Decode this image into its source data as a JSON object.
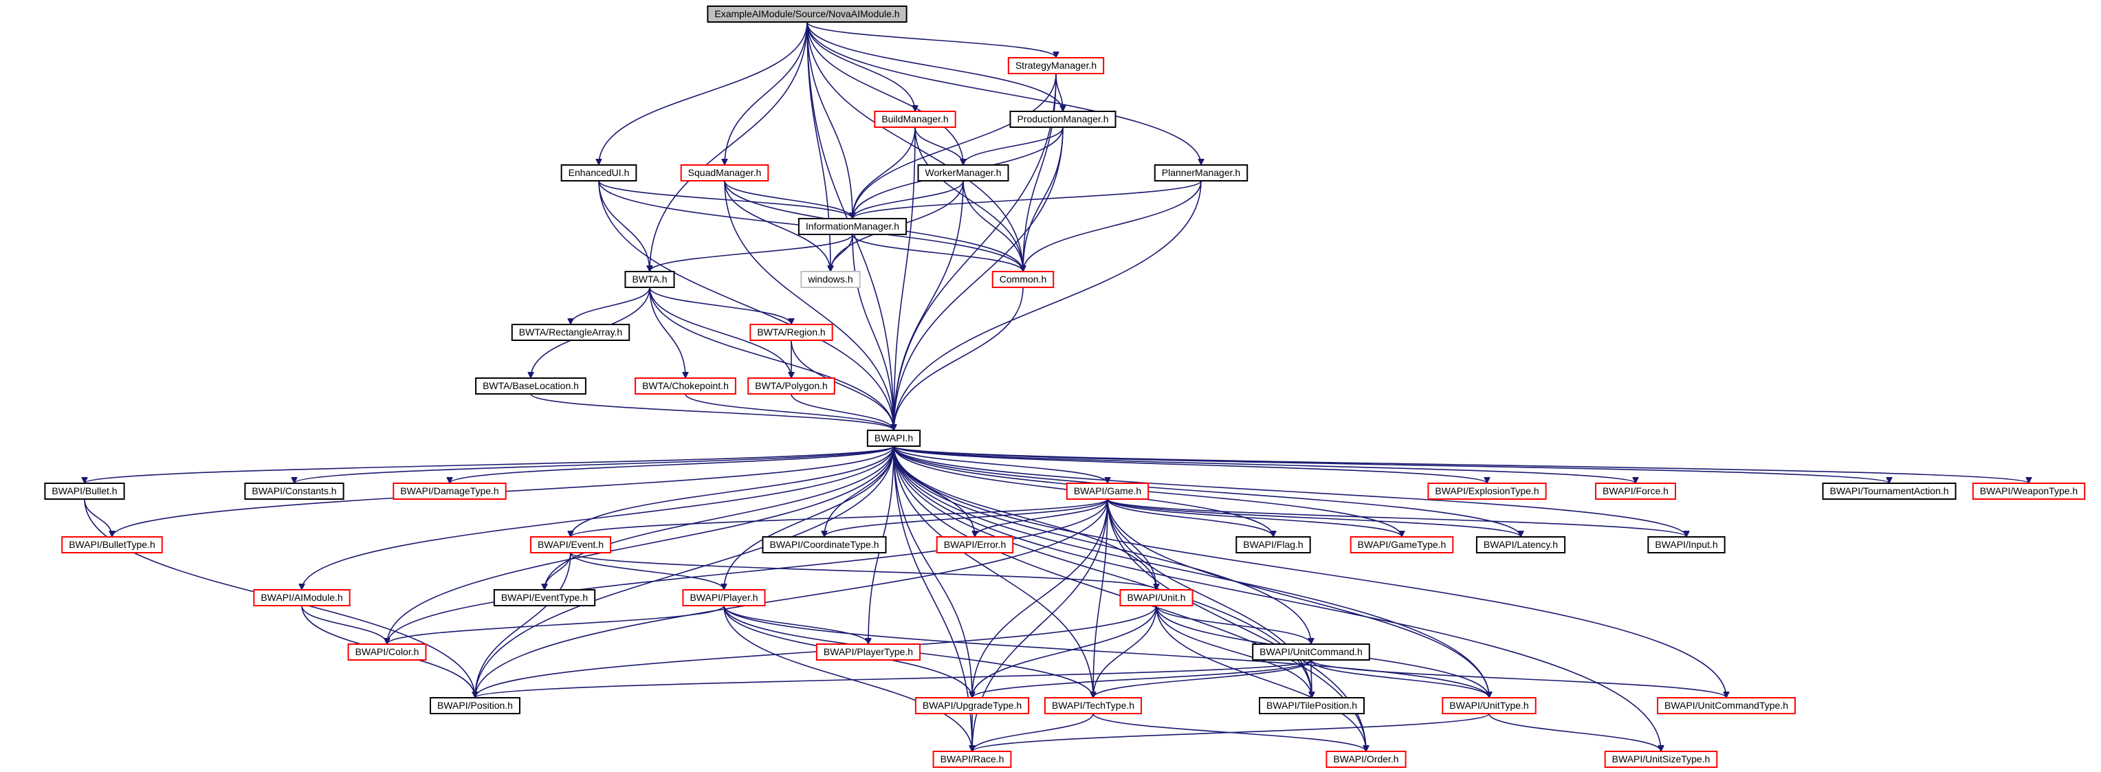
{
  "diagram": {
    "colors": {
      "root_fill": "#bfbfbf",
      "root_border": "#000000",
      "doc_border": "#000000",
      "undoc_border": "#ff0000",
      "system_border": "#bfbfbf",
      "edge": "#191970",
      "background": "#ffffff"
    },
    "nodes": [
      {
        "id": "root",
        "label": "ExampleAIModule/Source/NovaAIModule.h",
        "style": "root"
      },
      {
        "id": "strategy",
        "label": "StrategyManager.h",
        "style": "undoc"
      },
      {
        "id": "build",
        "label": "BuildManager.h",
        "style": "undoc"
      },
      {
        "id": "production",
        "label": "ProductionManager.h",
        "style": "doc"
      },
      {
        "id": "enhancedui",
        "label": "EnhancedUI.h",
        "style": "doc"
      },
      {
        "id": "squad",
        "label": "SquadManager.h",
        "style": "undoc"
      },
      {
        "id": "worker",
        "label": "WorkerManager.h",
        "style": "doc"
      },
      {
        "id": "planner",
        "label": "PlannerManager.h",
        "style": "doc"
      },
      {
        "id": "information",
        "label": "InformationManager.h",
        "style": "doc"
      },
      {
        "id": "bwta",
        "label": "BWTA.h",
        "style": "doc"
      },
      {
        "id": "windows",
        "label": "windows.h",
        "style": "system"
      },
      {
        "id": "common",
        "label": "Common.h",
        "style": "undoc"
      },
      {
        "id": "rectarray",
        "label": "BWTA/RectangleArray.h",
        "style": "doc"
      },
      {
        "id": "region",
        "label": "BWTA/Region.h",
        "style": "undoc"
      },
      {
        "id": "baseloc",
        "label": "BWTA/BaseLocation.h",
        "style": "doc"
      },
      {
        "id": "choke",
        "label": "BWTA/Chokepoint.h",
        "style": "undoc"
      },
      {
        "id": "polygon",
        "label": "BWTA/Polygon.h",
        "style": "undoc"
      },
      {
        "id": "bwapi",
        "label": "BWAPI.h",
        "style": "doc"
      },
      {
        "id": "bullet",
        "label": "BWAPI/Bullet.h",
        "style": "doc"
      },
      {
        "id": "constants",
        "label": "BWAPI/Constants.h",
        "style": "doc"
      },
      {
        "id": "damagetype",
        "label": "BWAPI/DamageType.h",
        "style": "undoc"
      },
      {
        "id": "game",
        "label": "BWAPI/Game.h",
        "style": "undoc"
      },
      {
        "id": "explosiontype",
        "label": "BWAPI/ExplosionType.h",
        "style": "undoc"
      },
      {
        "id": "force",
        "label": "BWAPI/Force.h",
        "style": "undoc"
      },
      {
        "id": "tournament",
        "label": "BWAPI/TournamentAction.h",
        "style": "doc"
      },
      {
        "id": "weapontype",
        "label": "BWAPI/WeaponType.h",
        "style": "undoc"
      },
      {
        "id": "bullettype",
        "label": "BWAPI/BulletType.h",
        "style": "undoc"
      },
      {
        "id": "event",
        "label": "BWAPI/Event.h",
        "style": "undoc"
      },
      {
        "id": "coordtype",
        "label": "BWAPI/CoordinateType.h",
        "style": "doc"
      },
      {
        "id": "error",
        "label": "BWAPI/Error.h",
        "style": "undoc"
      },
      {
        "id": "flag",
        "label": "BWAPI/Flag.h",
        "style": "doc"
      },
      {
        "id": "gametype",
        "label": "BWAPI/GameType.h",
        "style": "undoc"
      },
      {
        "id": "latency",
        "label": "BWAPI/Latency.h",
        "style": "doc"
      },
      {
        "id": "input",
        "label": "BWAPI/Input.h",
        "style": "doc"
      },
      {
        "id": "aimodule",
        "label": "BWAPI/AIModule.h",
        "style": "undoc"
      },
      {
        "id": "eventtype",
        "label": "BWAPI/EventType.h",
        "style": "doc"
      },
      {
        "id": "player",
        "label": "BWAPI/Player.h",
        "style": "undoc"
      },
      {
        "id": "unit",
        "label": "BWAPI/Unit.h",
        "style": "undoc"
      },
      {
        "id": "color",
        "label": "BWAPI/Color.h",
        "style": "undoc"
      },
      {
        "id": "playertype",
        "label": "BWAPI/PlayerType.h",
        "style": "undoc"
      },
      {
        "id": "unitcommand",
        "label": "BWAPI/UnitCommand.h",
        "style": "doc"
      },
      {
        "id": "position",
        "label": "BWAPI/Position.h",
        "style": "doc"
      },
      {
        "id": "upgradetype",
        "label": "BWAPI/UpgradeType.h",
        "style": "undoc"
      },
      {
        "id": "techtype",
        "label": "BWAPI/TechType.h",
        "style": "undoc"
      },
      {
        "id": "tileposition",
        "label": "BWAPI/TilePosition.h",
        "style": "doc"
      },
      {
        "id": "unittype",
        "label": "BWAPI/UnitType.h",
        "style": "undoc"
      },
      {
        "id": "unitcommandtype",
        "label": "BWAPI/UnitCommandType.h",
        "style": "undoc"
      },
      {
        "id": "race",
        "label": "BWAPI/Race.h",
        "style": "undoc"
      },
      {
        "id": "order",
        "label": "BWAPI/Order.h",
        "style": "undoc"
      },
      {
        "id": "unitsizetype",
        "label": "BWAPI/UnitSizeType.h",
        "style": "undoc"
      }
    ],
    "edges": [
      [
        "root",
        "strategy"
      ],
      [
        "root",
        "build"
      ],
      [
        "root",
        "production"
      ],
      [
        "root",
        "enhancedui"
      ],
      [
        "root",
        "squad"
      ],
      [
        "root",
        "worker"
      ],
      [
        "root",
        "planner"
      ],
      [
        "root",
        "information"
      ],
      [
        "root",
        "bwta"
      ],
      [
        "root",
        "windows"
      ],
      [
        "root",
        "common"
      ],
      [
        "root",
        "bwapi"
      ],
      [
        "strategy",
        "production"
      ],
      [
        "strategy",
        "information"
      ],
      [
        "strategy",
        "common"
      ],
      [
        "strategy",
        "bwapi"
      ],
      [
        "build",
        "information"
      ],
      [
        "build",
        "worker"
      ],
      [
        "build",
        "common"
      ],
      [
        "build",
        "bwapi"
      ],
      [
        "production",
        "worker"
      ],
      [
        "production",
        "information"
      ],
      [
        "production",
        "common"
      ],
      [
        "production",
        "bwapi"
      ],
      [
        "enhancedui",
        "information"
      ],
      [
        "enhancedui",
        "bwta"
      ],
      [
        "enhancedui",
        "common"
      ],
      [
        "enhancedui",
        "bwapi"
      ],
      [
        "squad",
        "information"
      ],
      [
        "squad",
        "windows"
      ],
      [
        "squad",
        "common"
      ],
      [
        "squad",
        "bwapi"
      ],
      [
        "worker",
        "information"
      ],
      [
        "worker",
        "windows"
      ],
      [
        "worker",
        "common"
      ],
      [
        "worker",
        "bwapi"
      ],
      [
        "planner",
        "information"
      ],
      [
        "planner",
        "common"
      ],
      [
        "planner",
        "bwapi"
      ],
      [
        "information",
        "bwta"
      ],
      [
        "information",
        "windows"
      ],
      [
        "information",
        "common"
      ],
      [
        "information",
        "bwapi"
      ],
      [
        "common",
        "bwapi"
      ],
      [
        "bwta",
        "rectarray"
      ],
      [
        "bwta",
        "region"
      ],
      [
        "bwta",
        "baseloc"
      ],
      [
        "bwta",
        "choke"
      ],
      [
        "bwta",
        "polygon"
      ],
      [
        "bwta",
        "bwapi"
      ],
      [
        "region",
        "polygon"
      ],
      [
        "region",
        "bwapi"
      ],
      [
        "polygon",
        "bwapi"
      ],
      [
        "choke",
        "bwapi"
      ],
      [
        "baseloc",
        "bwapi"
      ],
      [
        "bwapi",
        "bullet"
      ],
      [
        "bwapi",
        "constants"
      ],
      [
        "bwapi",
        "damagetype"
      ],
      [
        "bwapi",
        "game"
      ],
      [
        "bwapi",
        "explosiontype"
      ],
      [
        "bwapi",
        "force"
      ],
      [
        "bwapi",
        "tournament"
      ],
      [
        "bwapi",
        "weapontype"
      ],
      [
        "bwapi",
        "bullettype"
      ],
      [
        "bwapi",
        "event"
      ],
      [
        "bwapi",
        "coordtype"
      ],
      [
        "bwapi",
        "error"
      ],
      [
        "bwapi",
        "flag"
      ],
      [
        "bwapi",
        "gametype"
      ],
      [
        "bwapi",
        "latency"
      ],
      [
        "bwapi",
        "input"
      ],
      [
        "bwapi",
        "aimodule"
      ],
      [
        "bwapi",
        "eventtype"
      ],
      [
        "bwapi",
        "player"
      ],
      [
        "bwapi",
        "unit"
      ],
      [
        "bwapi",
        "color"
      ],
      [
        "bwapi",
        "playertype"
      ],
      [
        "bwapi",
        "unitcommand"
      ],
      [
        "bwapi",
        "position"
      ],
      [
        "bwapi",
        "upgradetype"
      ],
      [
        "bwapi",
        "techtype"
      ],
      [
        "bwapi",
        "tileposition"
      ],
      [
        "bwapi",
        "unittype"
      ],
      [
        "bwapi",
        "unitcommandtype"
      ],
      [
        "bwapi",
        "race"
      ],
      [
        "bwapi",
        "order"
      ],
      [
        "bwapi",
        "unitsizetype"
      ],
      [
        "bullet",
        "bullettype"
      ],
      [
        "bullet",
        "position"
      ],
      [
        "aimodule",
        "color"
      ],
      [
        "aimodule",
        "position"
      ],
      [
        "game",
        "event"
      ],
      [
        "game",
        "coordtype"
      ],
      [
        "game",
        "error"
      ],
      [
        "game",
        "flag"
      ],
      [
        "game",
        "gametype"
      ],
      [
        "game",
        "latency"
      ],
      [
        "game",
        "input"
      ],
      [
        "game",
        "unit"
      ],
      [
        "game",
        "color"
      ],
      [
        "game",
        "upgradetype"
      ],
      [
        "game",
        "techtype"
      ],
      [
        "game",
        "race"
      ],
      [
        "game",
        "tileposition"
      ],
      [
        "game",
        "unittype"
      ],
      [
        "game",
        "order"
      ],
      [
        "game",
        "position"
      ],
      [
        "event",
        "eventtype"
      ],
      [
        "event",
        "player"
      ],
      [
        "event",
        "unit"
      ],
      [
        "event",
        "position"
      ],
      [
        "player",
        "color"
      ],
      [
        "player",
        "playertype"
      ],
      [
        "player",
        "upgradetype"
      ],
      [
        "player",
        "techtype"
      ],
      [
        "player",
        "race"
      ],
      [
        "player",
        "unittype"
      ],
      [
        "unit",
        "unitcommand"
      ],
      [
        "unit",
        "position"
      ],
      [
        "unit",
        "tileposition"
      ],
      [
        "unit",
        "unittype"
      ],
      [
        "unit",
        "techtype"
      ],
      [
        "unit",
        "upgradetype"
      ],
      [
        "unit",
        "order"
      ],
      [
        "unitcommand",
        "position"
      ],
      [
        "unitcommand",
        "tileposition"
      ],
      [
        "unitcommand",
        "unittype"
      ],
      [
        "unitcommand",
        "techtype"
      ],
      [
        "unitcommand",
        "unitcommandtype"
      ],
      [
        "unitcommand",
        "upgradetype"
      ],
      [
        "upgradetype",
        "race"
      ],
      [
        "techtype",
        "race"
      ],
      [
        "techtype",
        "order"
      ],
      [
        "unittype",
        "race"
      ],
      [
        "unittype",
        "unitsizetype"
      ]
    ]
  }
}
